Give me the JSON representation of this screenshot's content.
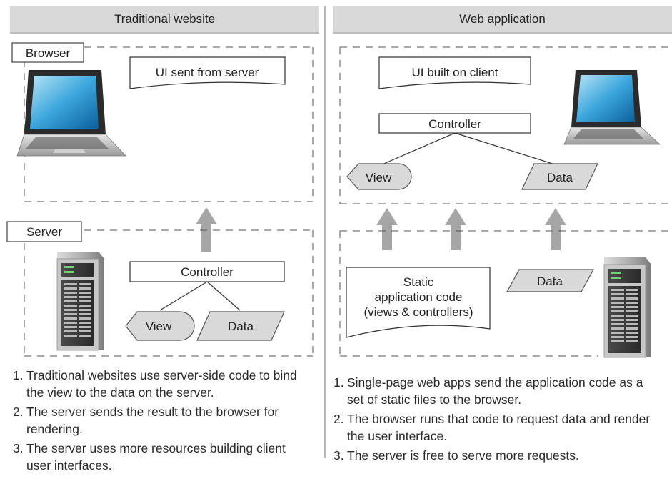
{
  "traditional": {
    "header": "Traditional website",
    "browser_label": "Browser",
    "server_label": "Server",
    "ui_doc": "UI sent from server",
    "controller": "Controller",
    "view": "View",
    "data": "Data",
    "notes": [
      {
        "num": "1.",
        "text": "Traditional websites use server-side code to bind the view to the data on the server."
      },
      {
        "num": "2.",
        "text": "The server sends the result to the browser for rendering."
      },
      {
        "num": "3.",
        "text": "The server uses more resources building client user interfaces."
      }
    ]
  },
  "webapp": {
    "header": "Web application",
    "ui_doc": "UI built on client",
    "controller": "Controller",
    "view": "View",
    "data": "Data",
    "server_data": "Data",
    "static_code": [
      "Static",
      "application code",
      "(views & controllers)"
    ],
    "notes": [
      {
        "num": "1.",
        "text": "Single-page web apps send the application code as a set of static files to the browser."
      },
      {
        "num": "2.",
        "text": "The browser runs that code to request data and render the user interface."
      },
      {
        "num": "3.",
        "text": "The server is free to serve more requests."
      }
    ]
  }
}
